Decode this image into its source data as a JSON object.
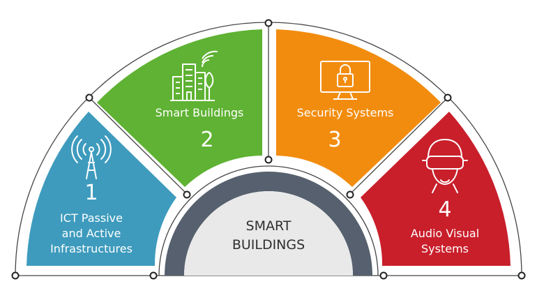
{
  "center": {
    "line1": "SMART",
    "line2": "BUILDINGS"
  },
  "segments": [
    {
      "id": "ict",
      "number": "1",
      "label_lines": [
        "ICT Passive",
        "and Active",
        "Infrastructures"
      ],
      "icon": "antenna-icon",
      "color": "#3e9bbd"
    },
    {
      "id": "buildings",
      "number": "2",
      "label_lines": [
        "Smart Buildings"
      ],
      "icon": "smart-building-icon",
      "color": "#5fb233"
    },
    {
      "id": "security",
      "number": "3",
      "label_lines": [
        "Security Systems"
      ],
      "icon": "monitor-lock-icon",
      "color": "#f28c0f"
    },
    {
      "id": "av",
      "number": "4",
      "label_lines": [
        "Audio Visual",
        "Systems"
      ],
      "icon": "vr-headset-icon",
      "color": "#c91f2b"
    }
  ],
  "colors": {
    "ring_dark": "#56606e",
    "center_fill": "#e9e9e9",
    "outline": "#444444"
  }
}
